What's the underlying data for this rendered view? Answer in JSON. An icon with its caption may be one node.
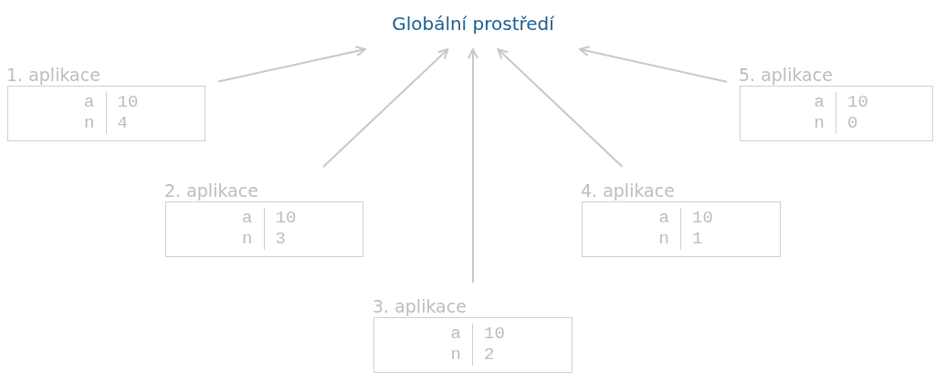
{
  "diagram": {
    "nodes": [
      {
        "text": [
          "Globální prostředí"
        ]
      },
      {
        "text": [
          "1. aplikace",
          "a",
          "10",
          "n",
          "4"
        ]
      },
      {
        "text": [
          "2. aplikace",
          "a",
          "10",
          "n",
          "3"
        ]
      },
      {
        "text": [
          "3. aplikace",
          "a",
          "10",
          "n",
          "2"
        ]
      },
      {
        "text": [
          "4. aplikace",
          "a",
          "10",
          "n",
          "1"
        ]
      },
      {
        "text": [
          "5. aplikace",
          "a",
          "10",
          "n",
          "0"
        ]
      }
    ],
    "edges": [
      {
        "from": 1,
        "to": 0,
        "arrow": "to"
      },
      {
        "from": 2,
        "to": 0,
        "arrow": "to"
      },
      {
        "from": 3,
        "to": 0,
        "arrow": "to"
      },
      {
        "from": 4,
        "to": 0,
        "arrow": "to"
      },
      {
        "from": 5,
        "to": 0,
        "arrow": "to"
      }
    ]
  }
}
